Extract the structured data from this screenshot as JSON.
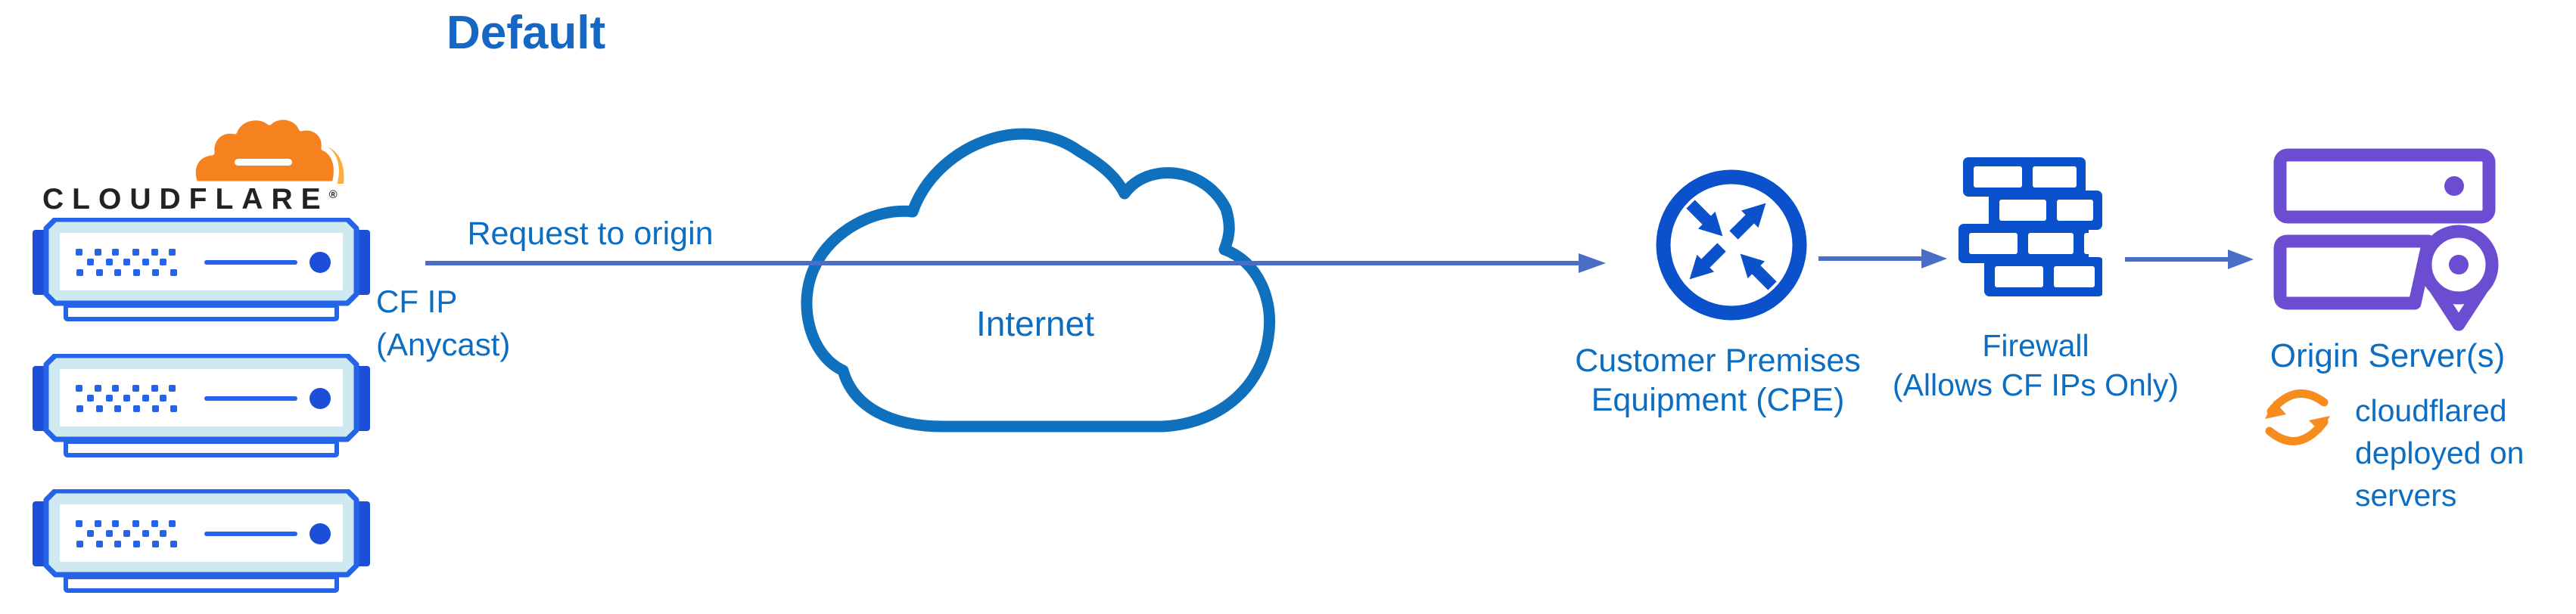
{
  "title": "Default",
  "colors": {
    "title_blue": "#1667c4",
    "label_blue": "#0d6dc1",
    "arrow_blue": "#4a6ec6",
    "cloud_stroke": "#0f70bd",
    "icon_blue": "#0b51cb",
    "server_border": "#2563e8",
    "server_tab": "#1d4ed8",
    "server_fill": "#cfe9f0",
    "server_dot": "#2563eb",
    "cf_orange": "#f6821f",
    "cf_orange_light": "#fbad41",
    "wordmark_dark": "#222222",
    "origin_purple": "#6a4dd1",
    "sync_orange": "#f68b1e"
  },
  "cloudflare": {
    "wordmark": "CLOUDFLARE",
    "registered": "®"
  },
  "nodes": {
    "request_label": "Request to origin",
    "cf_ip": [
      "CF IP",
      "(Anycast)"
    ],
    "internet": "Internet",
    "cpe": [
      "Customer Premises",
      "Equipment (CPE)"
    ],
    "firewall": [
      "Firewall",
      "(Allows CF IPs Only)"
    ],
    "origin": "Origin Server(s)",
    "cloudflared": [
      "cloudflared",
      "deployed on",
      "servers"
    ]
  },
  "icons": [
    "cloudflare-logo-icon",
    "edge-server-icon",
    "internet-cloud-icon",
    "cpe-router-icon",
    "firewall-brick-icon",
    "origin-servers-icon",
    "location-pin-icon",
    "sync-icon",
    "arrow-connector"
  ]
}
